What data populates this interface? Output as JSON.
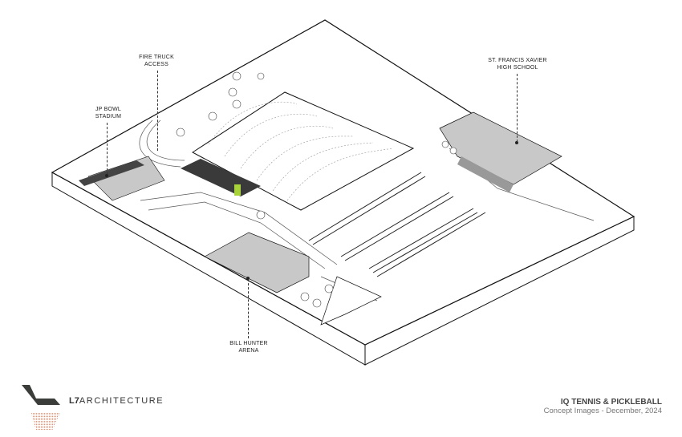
{
  "labels": {
    "fire_truck": [
      "FIRE TRUCK",
      "ACCESS"
    ],
    "jp_bowl": [
      "JP BOWL",
      "STADIUM"
    ],
    "st_francis": [
      "ST. FRANCIS XAVIER",
      "HIGH SCHOOL"
    ],
    "bill_hunter": [
      "BILL HUNTER",
      "ARENA"
    ]
  },
  "branding": {
    "logo_mark": "L7",
    "logo_text": "ARCHITECTURE",
    "project_title": "IQ TENNIS & PICKLEBALL",
    "project_subtitle": "Concept Images - December, 2024"
  },
  "colors": {
    "building_fill": "#c8c8c8",
    "new_building": "#3a3a3a",
    "accent_green": "#a8d23a",
    "logo_dark": "#3a3d3a",
    "logo_orange": "#f08a6a"
  }
}
